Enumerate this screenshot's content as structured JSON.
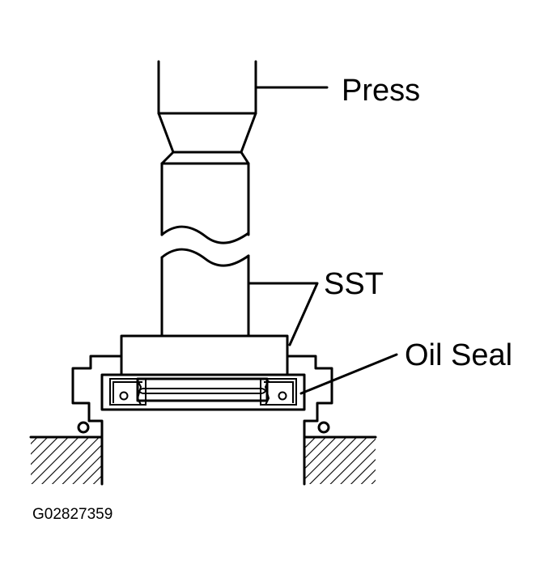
{
  "labels": {
    "press": "Press",
    "sst": "SST",
    "oil_seal": "Oil Seal"
  },
  "figure_id": "G02827359",
  "colors": {
    "line": "#000000",
    "background": "#ffffff"
  }
}
